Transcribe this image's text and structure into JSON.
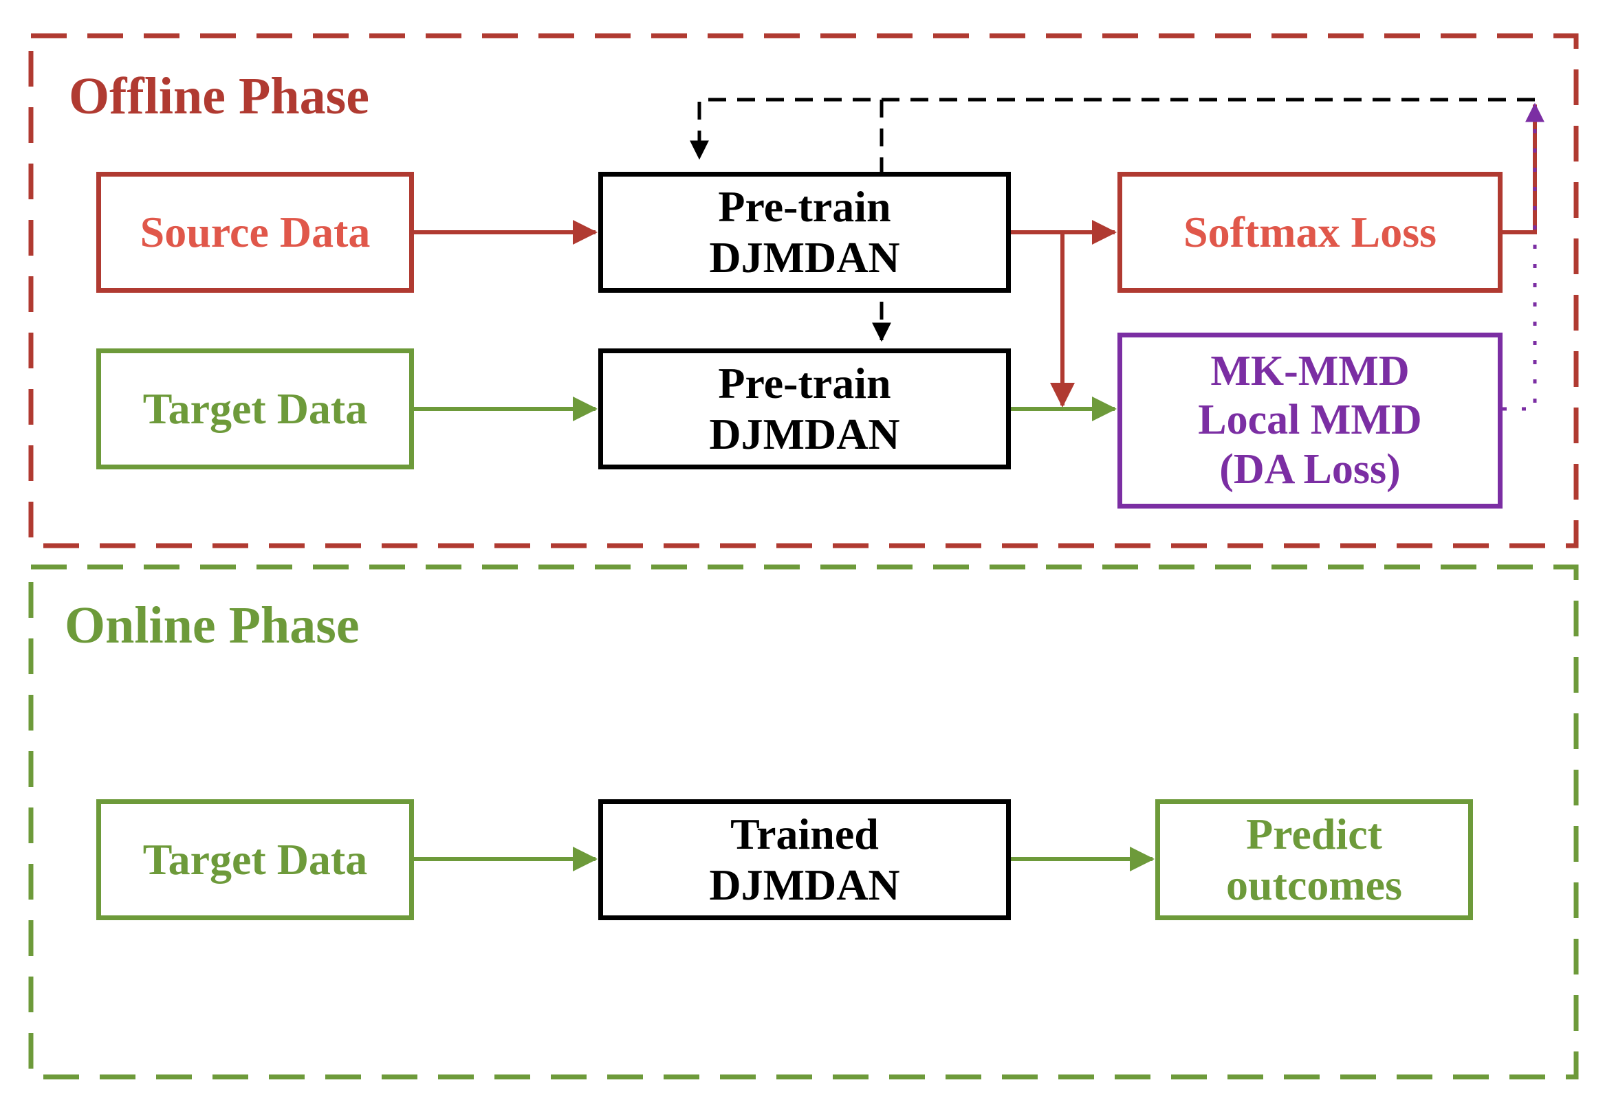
{
  "offline_phase": {
    "title": "Offline Phase",
    "color": "#b03a31",
    "source_data": "Source Data",
    "target_data": "Target Data",
    "pretrain_top": {
      "line1": "Pre-train",
      "line2": "DJMDAN"
    },
    "pretrain_bottom": {
      "line1": "Pre-train",
      "line2": "DJMDAN"
    },
    "softmax_loss": "Softmax Loss",
    "da_loss": {
      "line1": "MK-MMD",
      "line2": "Local MMD",
      "line3": "(DA Loss)"
    }
  },
  "online_phase": {
    "title": "Online Phase",
    "color": "#6d9a3a",
    "target_data": "Target Data",
    "trained": {
      "line1": "Trained",
      "line2": "DJMDAN"
    },
    "predict": {
      "line1": "Predict",
      "line2": "outcomes"
    }
  },
  "colors": {
    "red_arrow": "#b03a31",
    "red_text": "#e0574a",
    "green": "#6d9a3a",
    "purple": "#7b2ea3",
    "black": "#000000"
  }
}
